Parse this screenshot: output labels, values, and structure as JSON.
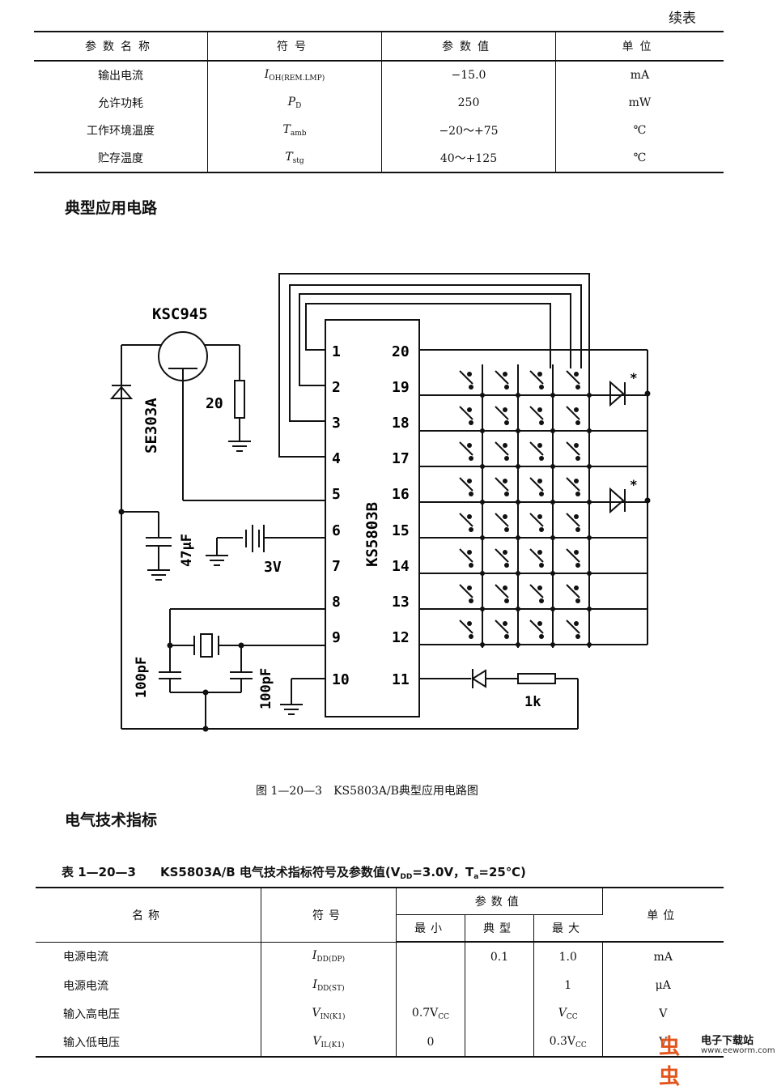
{
  "continued": "续表",
  "table1": {
    "headers": [
      "参数名称",
      "符号",
      "参数值",
      "单位"
    ],
    "rows": [
      {
        "name": "输出电流",
        "sym": "I",
        "sub": "OH(REM.LMP)",
        "val": "−15.0",
        "unit": "mA"
      },
      {
        "name": "允许功耗",
        "sym": "P",
        "sub": "D",
        "val": "250",
        "unit": "mW"
      },
      {
        "name": "工作环境温度",
        "sym": "T",
        "sub": "amb",
        "val": "−20～+75",
        "unit": "℃"
      },
      {
        "name": "贮存温度",
        "sym": "T",
        "sub": "stg",
        "val": "40～+125",
        "unit": "℃"
      }
    ]
  },
  "heading1": "典型应用电路",
  "circuit": {
    "transistor": "KSC945",
    "led_part": "SE303A",
    "ic": "KS5803B",
    "r_base": "20",
    "cap_main": "47μF",
    "battery": "3V",
    "cap_a": "100pF",
    "cap_b": "100pF",
    "r_led": "1k",
    "star": "*",
    "pins_left": [
      "1",
      "2",
      "3",
      "4",
      "5",
      "6",
      "7",
      "8",
      "9",
      "10"
    ],
    "pins_right": [
      "20",
      "19",
      "18",
      "17",
      "16",
      "15",
      "14",
      "13",
      "12",
      "11"
    ]
  },
  "caption": "图 1—20—3　KS5803A/B典型应用电路图",
  "heading2": "电气技术指标",
  "table2": {
    "title": "表 1—20—3　　KS5803A/B 电气技术指标符号及参数值(V",
    "title_sub1": "DD",
    "title_mid": "=3.0V，T",
    "title_sub2": "a",
    "title_end": "=25℃)",
    "headers": {
      "name": "名称",
      "sym": "符号",
      "vals": "参数值",
      "unit": "单位",
      "min": "最小",
      "typ": "典型",
      "max": "最大"
    },
    "rows": [
      {
        "name": "电源电流",
        "sym": "I",
        "sub": "DD(DP)",
        "min": "",
        "typ": "0.1",
        "max": "1.0",
        "unit": "mA"
      },
      {
        "name": "电源电流",
        "sym": "I",
        "sub": "DD(ST)",
        "min": "",
        "typ": "",
        "max": "1",
        "unit": "μA"
      },
      {
        "name": "输入高电压",
        "sym": "V",
        "sub": "IN(K1)",
        "min": "0.7V",
        "min_sub": "CC",
        "typ": "",
        "max": "V",
        "max_sub": "CC",
        "unit": "V"
      },
      {
        "name": "输入低电压",
        "sym": "V",
        "sub": "IL(K1)",
        "min": "0",
        "typ": "",
        "max": "0.3V",
        "max_sub": "CC",
        "unit": "V"
      }
    ]
  },
  "logo": {
    "mark": "虫虫",
    "text": "电子下载站",
    "url": "www.eeworm.com"
  }
}
